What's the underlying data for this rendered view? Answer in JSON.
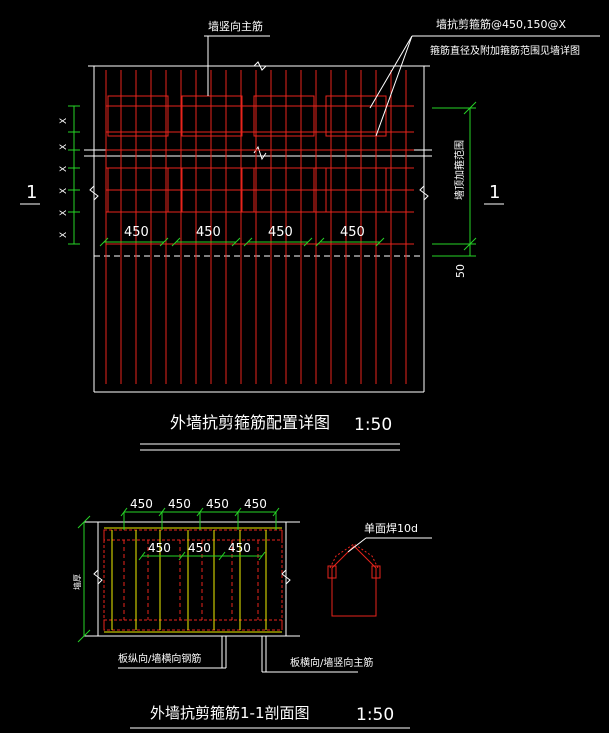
{
  "colors": {
    "background": "#000000",
    "rebar": "#e8241c",
    "outline": "#ffffff",
    "dimension": "#26d426",
    "section_rebar": "#f0f000",
    "hatch": "#e8241c"
  },
  "plan_view": {
    "title": "外墙抗剪箍筋配置详图",
    "scale": "1:50",
    "leader_main_rebar": "墙竖向主筋",
    "leader_stirrup": "墙抗剪箍筋@450,150@X",
    "leader_stirrup_note": "箍筋直径及附加箍筋范围见墙详图",
    "section_mark_left": "1",
    "section_mark_right": "1",
    "spacing_labels": [
      "450",
      "450",
      "450",
      "450"
    ],
    "vertical_dim_label": "墙顶加箍范围",
    "bottom_dim": "50",
    "row_marks": [
      "X",
      "X",
      "X",
      "X",
      "X",
      "X"
    ]
  },
  "section_view": {
    "title": "外墙抗剪箍筋1-1剖面图",
    "scale": "1:50",
    "top_spacing": [
      "450",
      "450",
      "450",
      "450"
    ],
    "inner_spacing": [
      "450",
      "450",
      "450"
    ],
    "left_label": "墙厚",
    "leader_left": "板纵向/墙横向钢筋",
    "leader_right": "板横向/墙竖向主筋",
    "hook_label": "单面焊10d"
  }
}
